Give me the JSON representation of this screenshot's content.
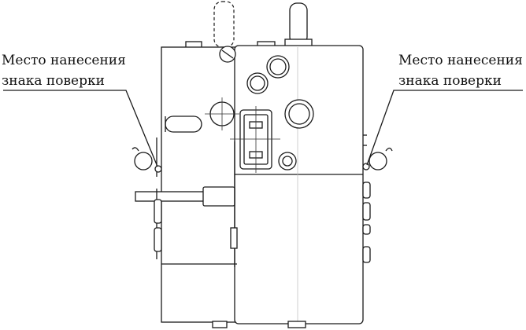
{
  "labels": {
    "left": {
      "line1": "Место нанесения",
      "line2": "знака поверки"
    },
    "right": {
      "line1": "Место нанесения",
      "line2": "знака поверки"
    }
  },
  "colors": {
    "line": "#1a1a1a",
    "background": "#ffffff"
  }
}
